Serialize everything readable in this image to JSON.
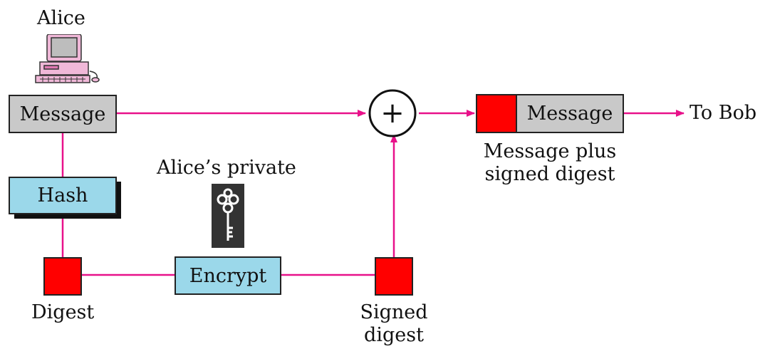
{
  "sender": {
    "name": "Alice"
  },
  "boxes": {
    "message": "Message",
    "hash": "Hash",
    "encrypt": "Encrypt",
    "result_message": "Message"
  },
  "labels": {
    "private_key": "Alice’s private",
    "digest": "Digest",
    "signed_digest_line1": "Signed",
    "signed_digest_line2": "digest",
    "result_line1": "Message plus",
    "result_line2": "signed digest",
    "destination": "To Bob",
    "combine_symbol": "+"
  },
  "colors": {
    "connector": "#e8118a",
    "digest_block": "#ff0000",
    "process_box": "#9bd8ea",
    "message_box": "#c9c9c9"
  },
  "icons": [
    "computer-icon",
    "key-icon"
  ]
}
